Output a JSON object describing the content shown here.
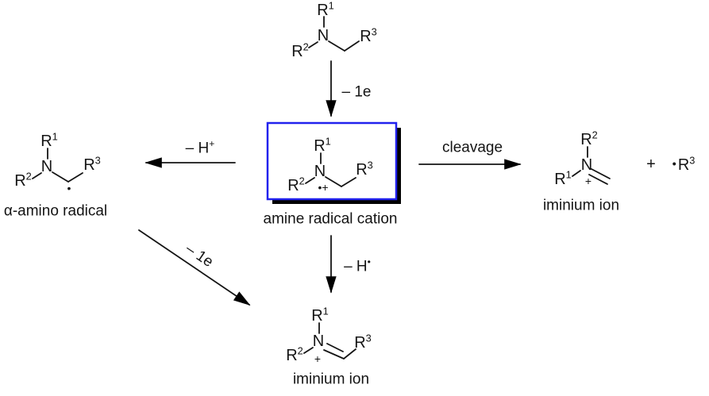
{
  "symbols": {
    "R": "R",
    "sup1": "1",
    "sup2": "2",
    "sup3": "3",
    "N": "N",
    "bullet": "•",
    "radical_cation": "•+",
    "charge_plus": "+",
    "plus": "+"
  },
  "arrows": {
    "ionization_top": {
      "label": "– 1e"
    },
    "deprotonation_left": {
      "base": "– H",
      "sup": "+"
    },
    "cleavage_right": {
      "label": "cleavage"
    },
    "h_abstraction_down": {
      "base": "– H",
      "sup": "•"
    },
    "oxidation_diagonal": {
      "label": "– 1e"
    }
  },
  "captions": {
    "amine_radical_cation": "amine radical cation",
    "alpha_amino_radical": "α-amino radical",
    "iminium_ion_right": "iminium ion",
    "iminium_ion_bottom": "iminium ion"
  },
  "colors": {
    "line": "#141414",
    "box_border": "#2222ee",
    "box_shadow": "#000000",
    "background": "#ffffff"
  }
}
